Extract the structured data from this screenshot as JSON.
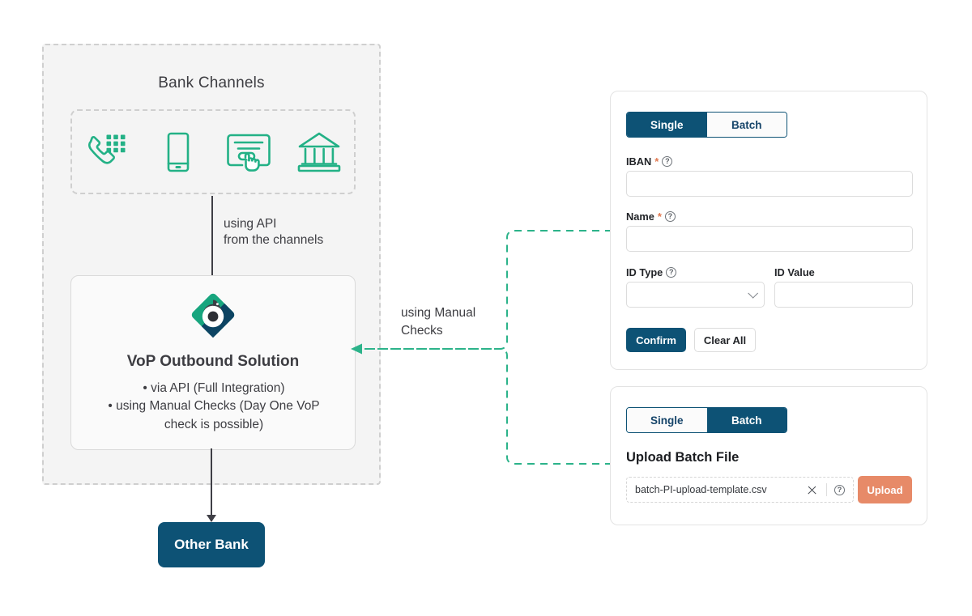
{
  "diagram": {
    "bank_panel": {
      "title": "Bank Channels",
      "channels": [
        {
          "name": "phone-keypad-icon",
          "label": "Phone"
        },
        {
          "name": "mobile-phone-icon",
          "label": "Mobile"
        },
        {
          "name": "online-form-click-icon",
          "label": "Online"
        },
        {
          "name": "bank-building-icon",
          "label": "Branch"
        }
      ]
    },
    "api_edge_label": "using API\nfrom the channels",
    "manual_edge_label": "using Manual\nChecks",
    "vop_card": {
      "logo_name": "vop-diamond-logo",
      "title": "VoP Outbound Solution",
      "bullets": [
        "•  via API (Full Integration)",
        "•  using Manual Checks (Day One VoP\ncheck is possible)"
      ]
    },
    "other_bank": {
      "label": "Other Bank"
    }
  },
  "single_card": {
    "tabs": [
      {
        "label": "Single",
        "active": true
      },
      {
        "label": "Batch",
        "active": false
      }
    ],
    "fields": {
      "iban": {
        "label": "IBAN",
        "required_mark": "*",
        "help": "?",
        "value": "",
        "placeholder": ""
      },
      "name": {
        "label": "Name",
        "required_mark": "*",
        "help": "?",
        "value": "",
        "placeholder": ""
      },
      "id_type": {
        "label": "ID Type",
        "help": "?",
        "value": "",
        "placeholder": ""
      },
      "id_value": {
        "label": "ID Value",
        "value": "",
        "placeholder": ""
      }
    },
    "buttons": {
      "confirm": "Confirm",
      "clear_all": "Clear All"
    }
  },
  "batch_card": {
    "tabs": [
      {
        "label": "Single",
        "active": false
      },
      {
        "label": "Batch",
        "active": true
      }
    ],
    "heading": "Upload Batch File",
    "file_name": "batch-PI-upload-template.csv",
    "clear_icon": "close-icon",
    "help": "?",
    "upload_button": "Upload"
  },
  "colors": {
    "brand_navy": "#0d5275",
    "brand_teal": "#23b186",
    "accent_coral": "#e78a68",
    "panel_bg": "#f4f4f4",
    "text_dark": "#3d3d42"
  }
}
